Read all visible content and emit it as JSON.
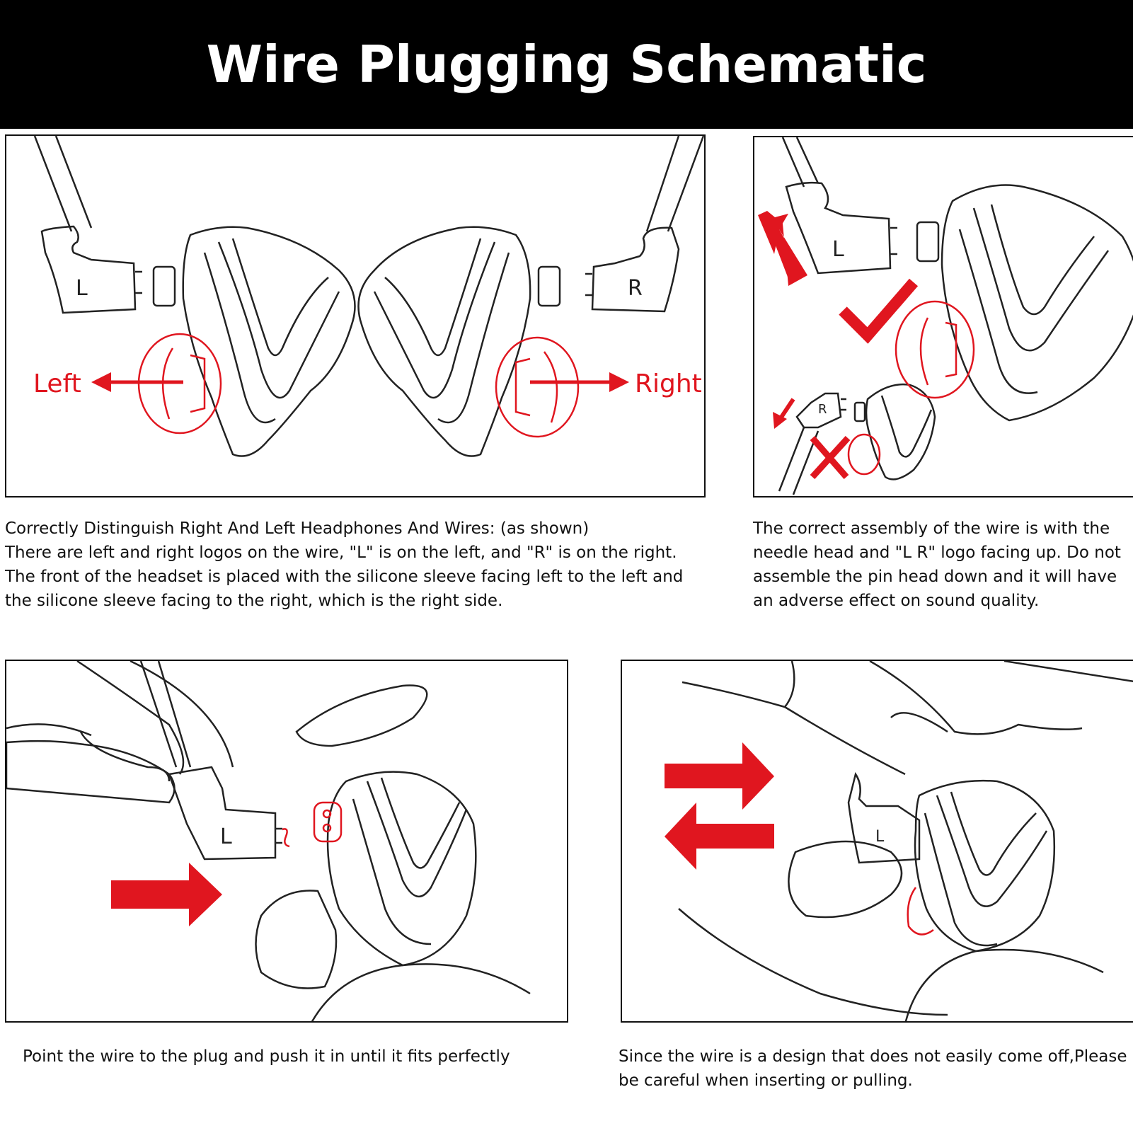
{
  "title": "Wire Plugging Schematic",
  "panel1": {
    "left_label": "Left",
    "right_label": "Right",
    "plug_left": "L",
    "plug_right": "R"
  },
  "panel2": {
    "plug_big": "L",
    "plug_small": "R"
  },
  "panel3": {
    "plug": "L"
  },
  "panel4": {
    "plug": "L"
  },
  "captions": {
    "c1": [
      "Correctly Distinguish Right And Left Headphones And Wires: (as shown)",
      "There are left and right logos on the wire, \"L\" is on the left, and \"R\" is on the right.",
      "The front of the headset is placed with the silicone sleeve facing left to the left and",
      "the silicone sleeve facing to the right, which is the right side."
    ],
    "c2": [
      "The correct assembly of the wire is with the",
      "needle head and \"L R\" logo facing up. Do not",
      "assemble the pin head down and it will have",
      "an adverse effect on sound quality."
    ],
    "c3": [
      "Point the wire to the plug and push it in until it fits perfectly"
    ],
    "c4": [
      "Since the wire is a design that does not easily come off,Please",
      "be careful when inserting or pulling."
    ]
  },
  "colors": {
    "accent_red": "#e0161f",
    "header_bg": "#000000",
    "line": "#222222"
  }
}
